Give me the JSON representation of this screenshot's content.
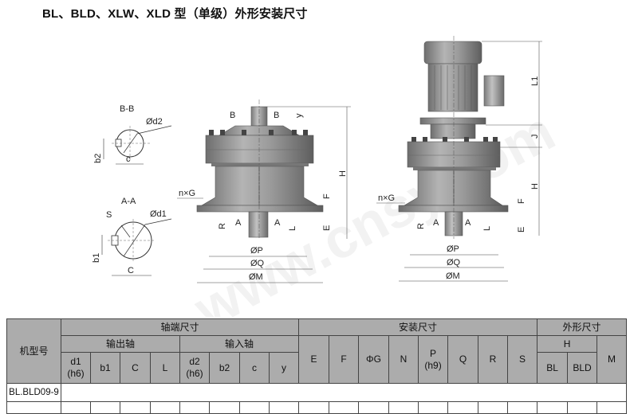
{
  "title": "BL、BLD、XLW、XLD 型（单级）外形安装尺寸",
  "watermark": "www.cnsy.com",
  "drawing": {
    "section_bb": {
      "title": "B-B",
      "labels": [
        "Ød2",
        "b2",
        "c"
      ]
    },
    "section_aa": {
      "title": "A-A",
      "labels": [
        "S",
        "Ød1",
        "b1",
        "C"
      ]
    },
    "front_view": {
      "labels": {
        "b_left": "B",
        "b_right": "B",
        "y": "y",
        "h": "H",
        "nxg": "n×G",
        "f": "F",
        "e": "E",
        "r": "R",
        "a_left": "A",
        "a_right": "A",
        "l": "L",
        "p": "ØP",
        "q": "ØQ",
        "m": "ØM"
      }
    },
    "motor_view": {
      "labels": {
        "l1": "L1",
        "j": "J",
        "h": "H",
        "nxg": "n×G",
        "f": "F",
        "e": "E",
        "r": "R",
        "a_left": "A",
        "a_right": "A",
        "l": "L",
        "p": "ØP",
        "q": "ØQ",
        "m": "ØM"
      }
    }
  },
  "table": {
    "model_header": "机型号",
    "groups": {
      "shaft_end": "轴端尺寸",
      "install": "安装尺寸",
      "outline": "外形尺寸"
    },
    "subgroups": {
      "output_shaft": "输出轴",
      "input_shaft": "输入轴",
      "h": "H"
    },
    "columns": {
      "d1": [
        "d1",
        "(h6)"
      ],
      "b1": "b1",
      "C": "C",
      "L": "L",
      "d2": [
        "d2",
        "(h6)"
      ],
      "b2": "b2",
      "c": "c",
      "y": "y",
      "E": "E",
      "F": "F",
      "G": "ΦG",
      "N": "N",
      "P": [
        "P",
        "(h9)"
      ],
      "Q": "Q",
      "R": "R",
      "S": "S",
      "BL": "BL",
      "BLD": "BLD",
      "M": "M"
    },
    "rows": [
      {
        "model": "BL.BLD09-9"
      }
    ]
  }
}
